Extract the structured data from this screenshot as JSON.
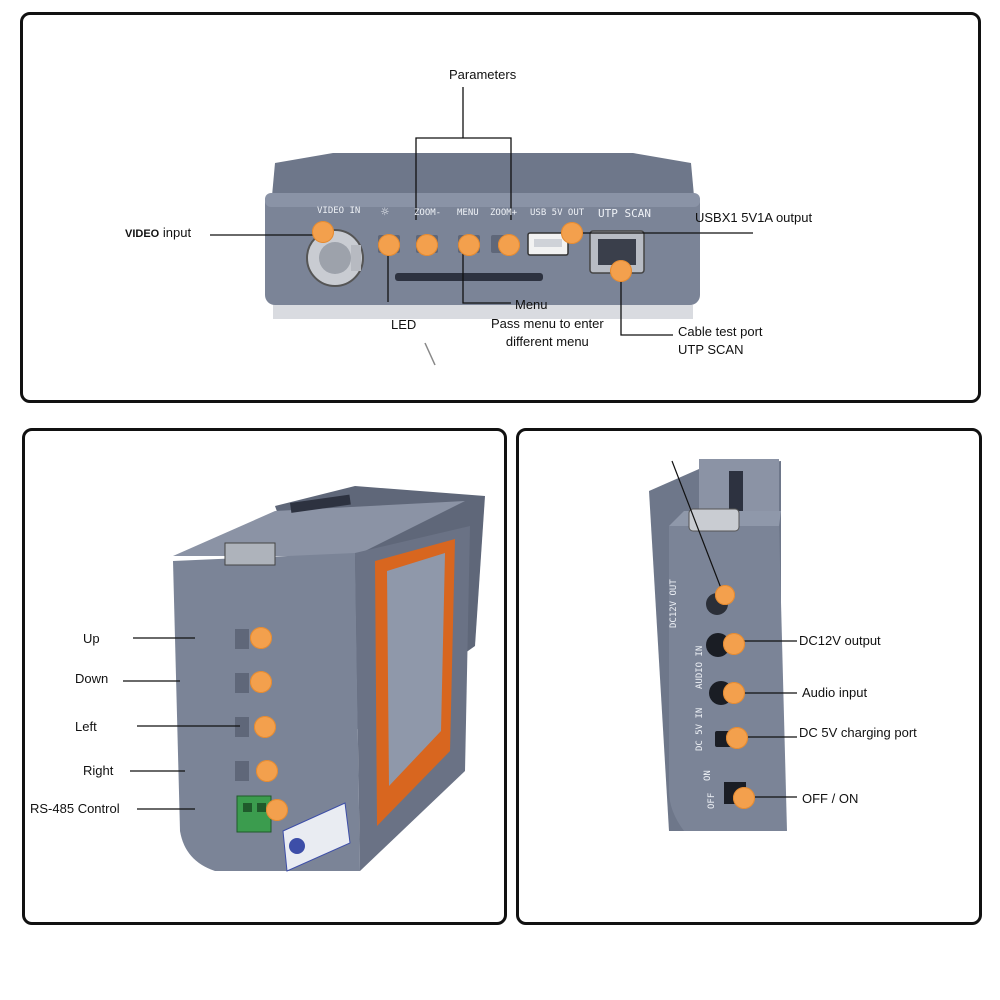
{
  "top_panel": {
    "title": "Parameters",
    "device": {
      "video_in": "VIDEO IN",
      "zoom_minus": "ZOOM-",
      "menu": "MENU",
      "zoom_plus": "ZOOM+",
      "usb": "USB 5V OUT",
      "utp": "UTP SCAN"
    },
    "callouts": {
      "video_input_strong": "VIDEO",
      "video_input_rest": "input",
      "usb_output": "USBX1  5V1A output",
      "led": "LED",
      "menu": "Menu",
      "menu_desc": "Pass menu to enter\ndifferent menu",
      "cable_test": "Cable test port\nUTP SCAN"
    }
  },
  "left_panel": {
    "callouts": {
      "up": "Up",
      "down": "Down",
      "left": "Left",
      "right": "Right",
      "rs485": "RS-485 Control"
    }
  },
  "right_panel": {
    "device": {
      "dc12v_out": "DC12V OUT",
      "audio_in": "AUDIO IN",
      "dc5v_in": "DC 5V IN",
      "on": "ON",
      "off": "OFF"
    },
    "callouts": {
      "dc12v": "DC12V output",
      "audio": "Audio input",
      "dc5v": "DC 5V charging port",
      "off_on": "OFF / ON"
    }
  },
  "colors": {
    "device_body": "#7b8497",
    "device_dark": "#5f6779",
    "accent_dot": "#f3a04d",
    "screen_orange": "#d8661f",
    "border": "#111111"
  }
}
